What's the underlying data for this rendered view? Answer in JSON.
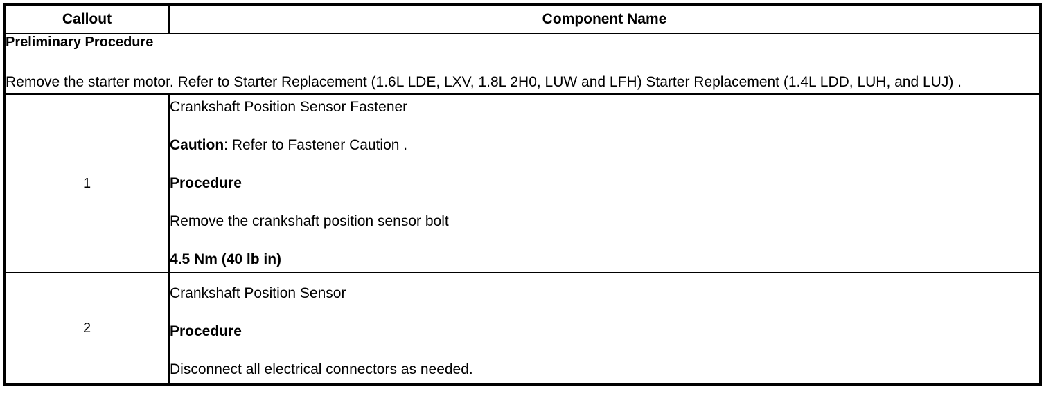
{
  "table": {
    "headers": {
      "callout": "Callout",
      "component": "Component Name"
    },
    "preliminary": {
      "title": "Preliminary Procedure",
      "body": "Remove the starter motor. Refer to Starter Replacement (1.6L LDE, LXV, 1.8L 2H0, LUW and LFH) Starter Replacement (1.4L LDD, LUH, and LUJ) ."
    },
    "rows": [
      {
        "callout": "1",
        "blocks": [
          {
            "text": "Crankshaft Position Sensor Fastener",
            "style": "normal"
          },
          {
            "lead": "Caution",
            "rest": ": Refer to Fastener Caution .",
            "style": "lead-bold"
          },
          {
            "text": "Procedure",
            "style": "bold"
          },
          {
            "text": "Remove the crankshaft position sensor bolt",
            "style": "normal"
          },
          {
            "text": "4.5 Nm (40 lb in)",
            "style": "bold"
          }
        ]
      },
      {
        "callout": "2",
        "blocks": [
          {
            "text": "Crankshaft Position Sensor",
            "style": "normal"
          },
          {
            "text": "Procedure",
            "style": "bold"
          },
          {
            "text": "Disconnect all electrical connectors as needed.",
            "style": "normal"
          }
        ]
      }
    ]
  },
  "colors": {
    "border": "#000000",
    "text": "#000000",
    "background": "#ffffff"
  }
}
